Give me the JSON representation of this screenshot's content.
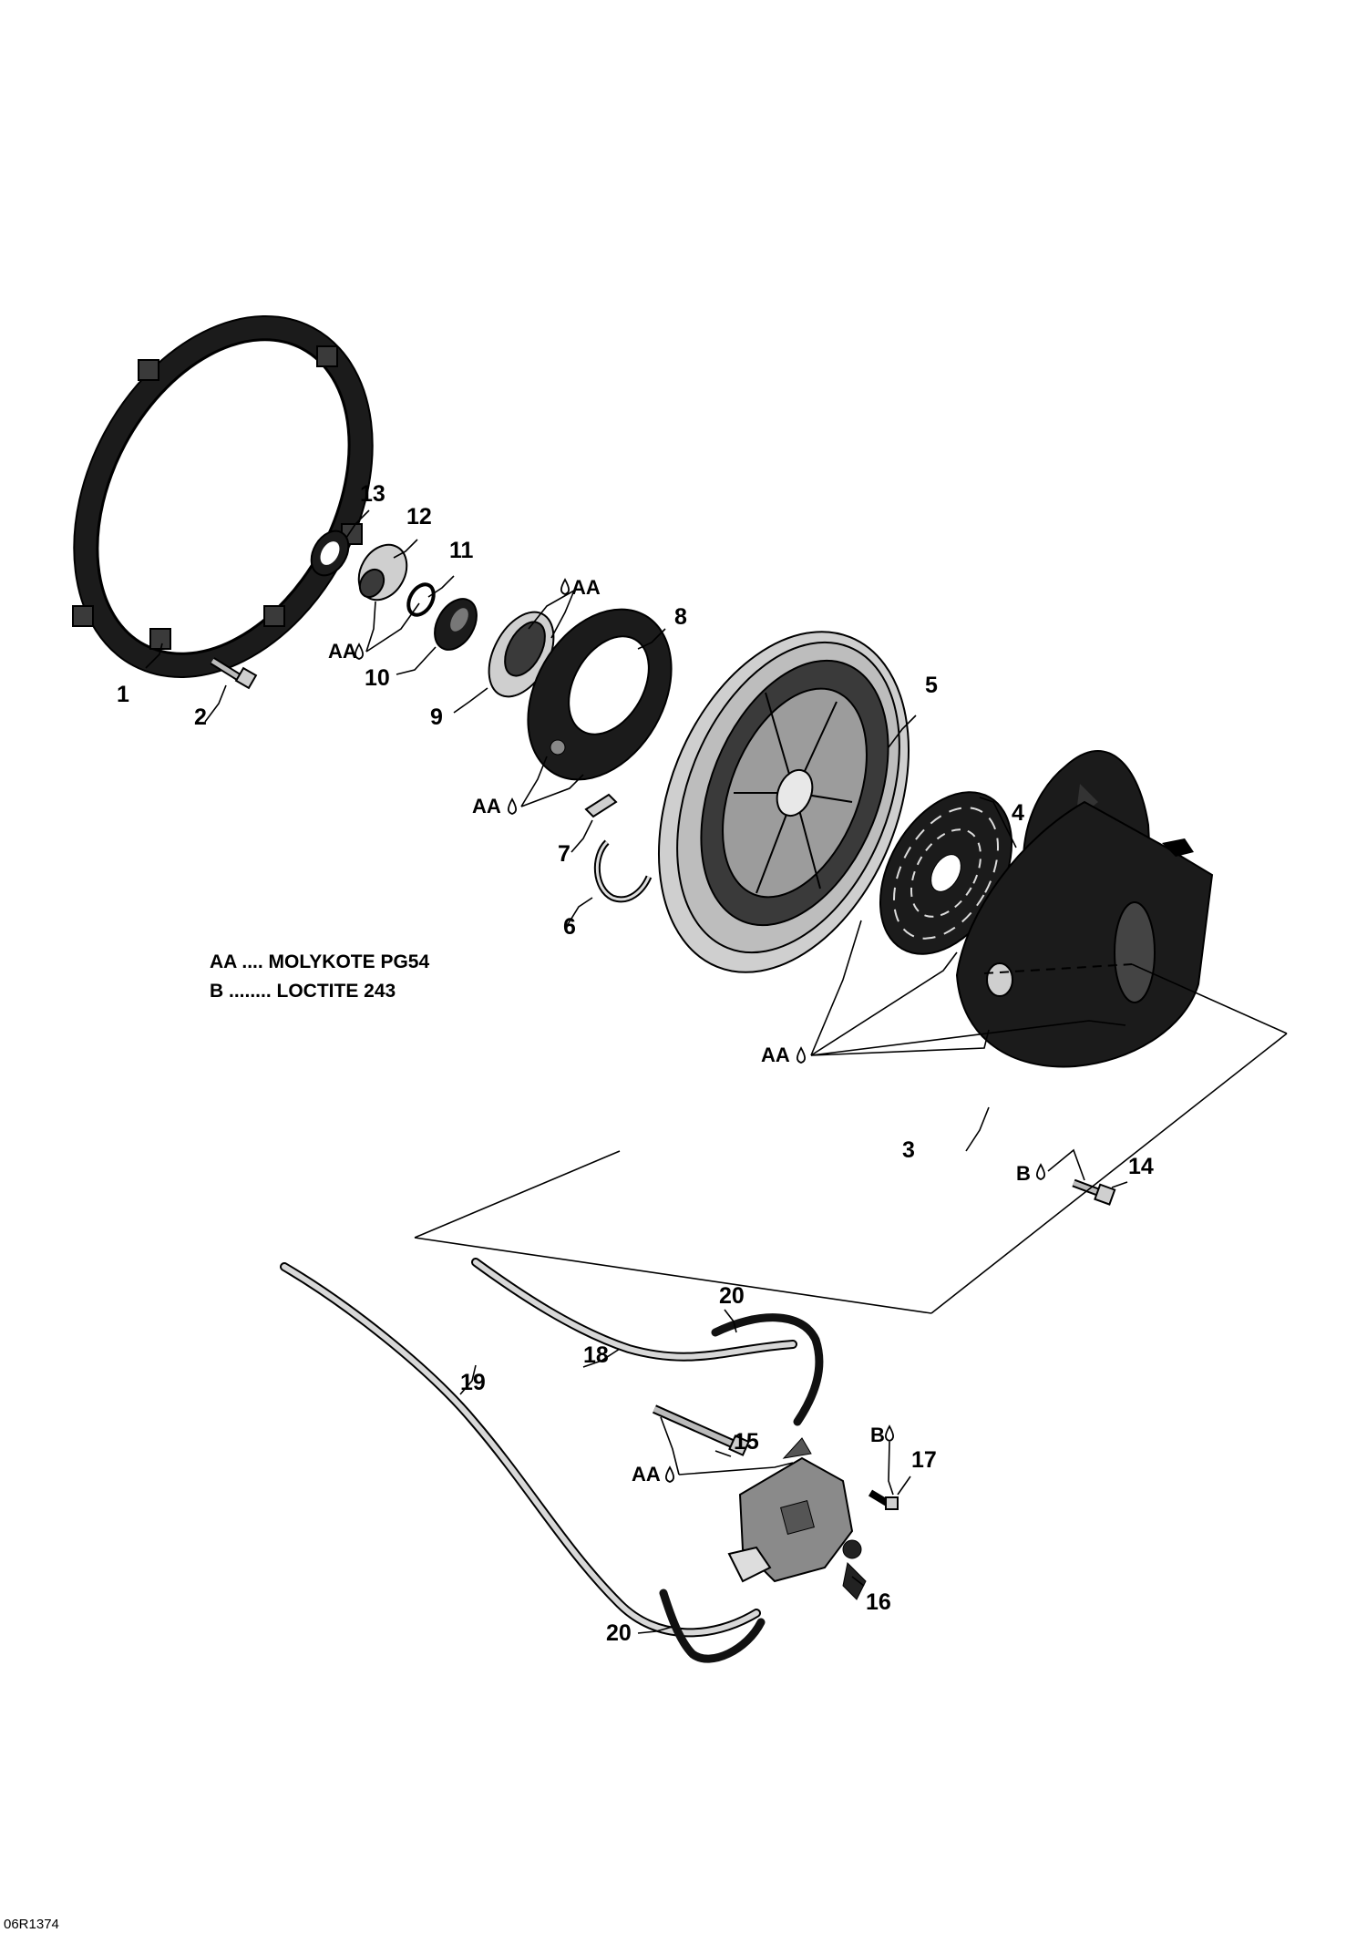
{
  "callouts": {
    "c1": "1",
    "c2": "2",
    "c3": "3",
    "c4": "4",
    "c5": "5",
    "c6": "6",
    "c7": "7",
    "c8": "8",
    "c9": "9",
    "c10": "10",
    "c11": "11",
    "c12": "12",
    "c13": "13",
    "c14": "14",
    "c15": "15",
    "c16": "16",
    "c17": "17",
    "c18": "18",
    "c19": "19",
    "c20a": "20",
    "c20b": "20"
  },
  "markers": {
    "aa_top": "AA",
    "aa_12": "AA",
    "aa_8": "AA",
    "aa_4": "AA",
    "aa_15": "AA",
    "b_14": "B",
    "b_17": "B"
  },
  "legend": {
    "aa": "AA .... MOLYKOTE PG54",
    "b": "B ........ LOCTITE 243"
  },
  "figure_code": "06R1374"
}
